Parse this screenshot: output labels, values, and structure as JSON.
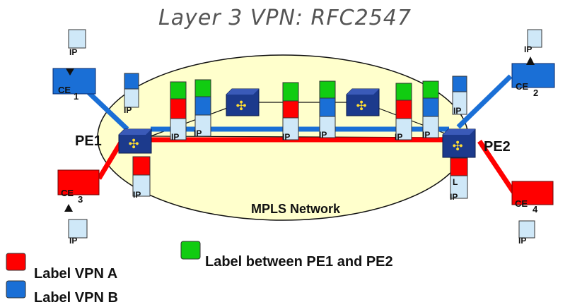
{
  "title": "Layer 3 VPN: RFC2547",
  "nodes": {
    "pe1": "PE1",
    "pe2": "PE2",
    "ce1": "CE",
    "ce1_sub": "1",
    "ce2": "CE",
    "ce2_sub": "2",
    "ce3": "CE",
    "ce3_sub": "3",
    "ce4": "CE",
    "ce4_sub": "4"
  },
  "network_label": "MPLS Network",
  "ip_label": "IP",
  "l_label": "L",
  "legend": {
    "vpn_a": "Label VPN A",
    "vpn_b": "Label VPN B",
    "pe_label": "Label between PE1 and PE2"
  },
  "colors": {
    "vpn_a": "#ff0000",
    "vpn_b": "#1a6fd6",
    "pe_label": "#11cc11",
    "ip": "#cfe8f8",
    "ellipse": "#ffffcc",
    "router": "#1c3a8c"
  }
}
